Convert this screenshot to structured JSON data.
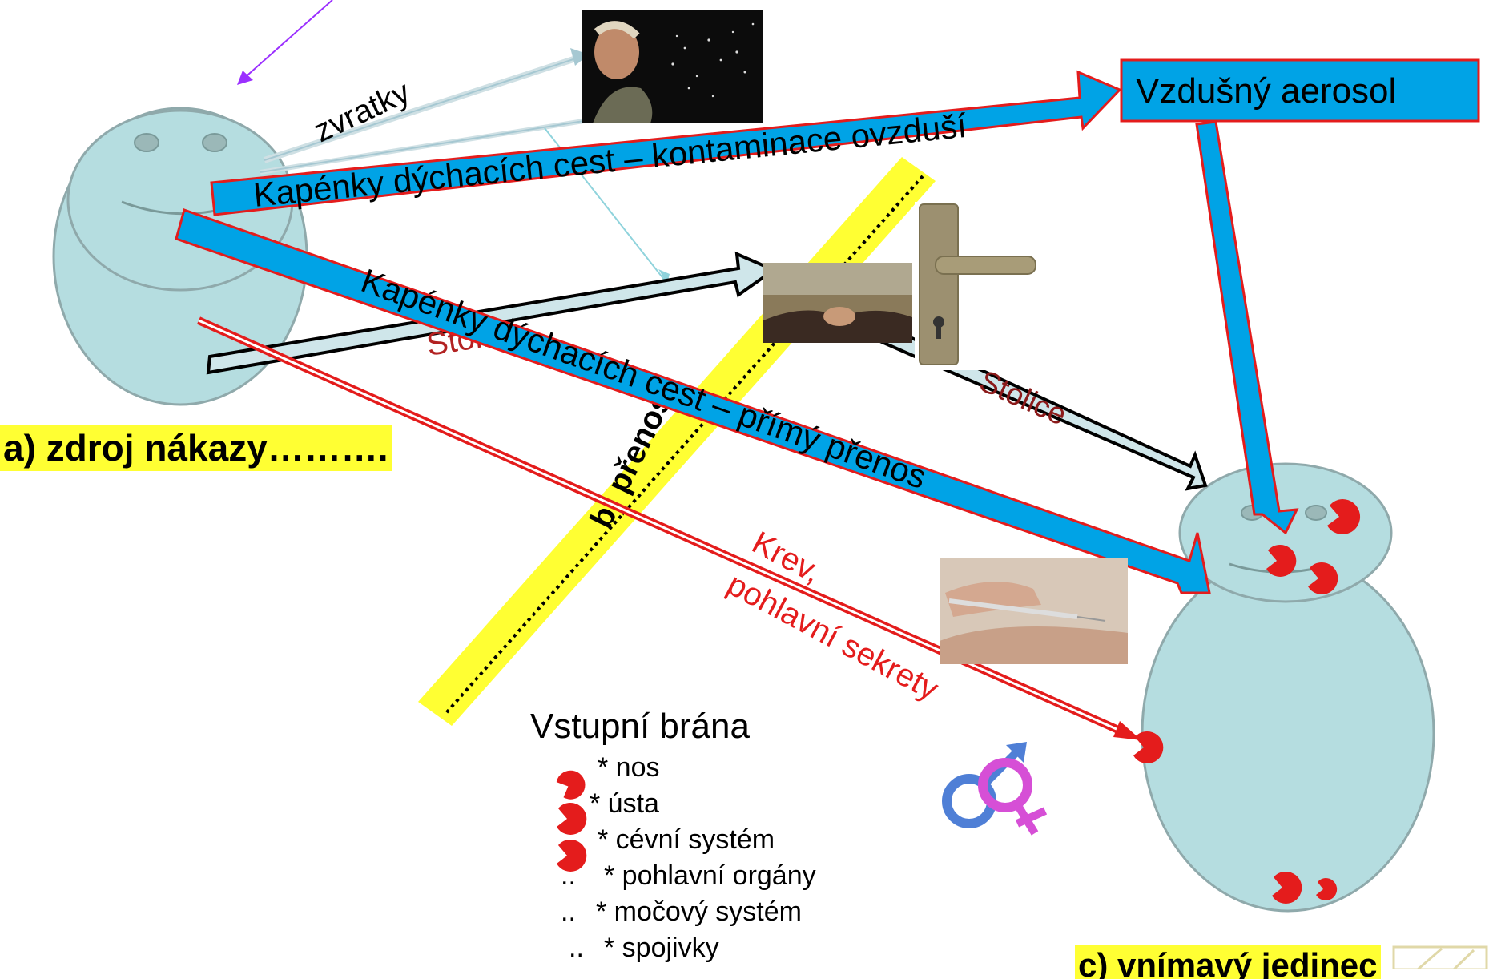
{
  "labels": {
    "source": "a) zdroj nákazy……….",
    "transmission": "b) přenos",
    "susceptible": "c) vnímavý jedinec",
    "aerosol": "Vzdušný aerosol",
    "vomit": "zvratky",
    "droplets_air": "Kapénky dýchacích cest – kontaminace ovzduší",
    "droplets_direct": "Kapénky dýchacích cest – přímý přenos",
    "stool_1": "Stolice",
    "stool_2": "Stolice",
    "blood_line1": "Krev,",
    "blood_line2": "pohlavní sekrety"
  },
  "legend": {
    "title": "Vstupní brána",
    "items": [
      {
        "prefix": "",
        "text": "* nos"
      },
      {
        "prefix": "",
        "text": "* ústa"
      },
      {
        "prefix": "",
        "text": "* cévní systém"
      },
      {
        "prefix": "..",
        "text": "* pohlavní orgány"
      },
      {
        "prefix": "..",
        "text": "* močový systém"
      },
      {
        "prefix": "..",
        "text": "* spojivky"
      }
    ]
  },
  "icons": {
    "sneeze": "sneezing-man-photo",
    "handshake": "handshake-photo",
    "door": "door-handle-photo",
    "injection": "injection-photo",
    "gender": "gender-symbols-icon",
    "mouth": "red-mouth-icon"
  },
  "colors": {
    "body": "#b5dde0",
    "body_stroke": "#8fa9ab",
    "arrow_blue": "#00a3e6",
    "arrow_red_stroke": "#e41c1c",
    "highlight": "#ffff33",
    "mouth_red": "#e41c1c",
    "purple": "#9b30ff",
    "text_red": "#e41c1c",
    "text_darkred": "#8b1a1a"
  }
}
